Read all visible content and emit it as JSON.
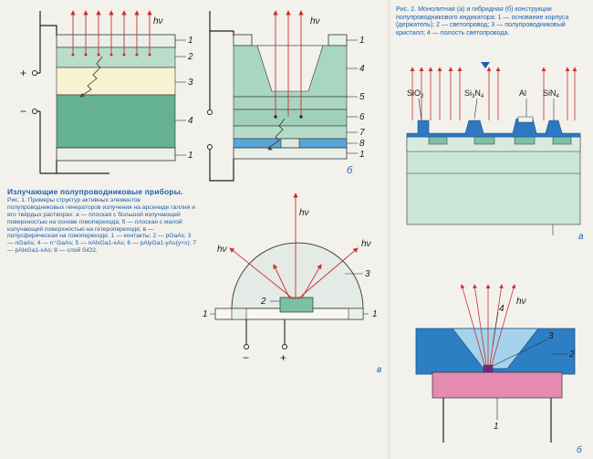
{
  "labels": {
    "hv": "hν",
    "plus": "+",
    "minus": "−",
    "n1": "1",
    "n2": "2",
    "n3": "3",
    "n4": "4",
    "n5": "5",
    "n6": "6",
    "n7": "7",
    "n8": "8",
    "letter_b_top": "б",
    "letter_v": "в",
    "letter_a_right": "а",
    "letter_b_bottom": "б",
    "sio2": "SiO",
    "sio2_sub": "2",
    "si3n4_si": "Si",
    "si3n4_sub3": "3",
    "si3n4_n": "N",
    "si3n4_sub4": "4",
    "al": "Al",
    "sin4_sin": "SiN",
    "sin4_sub": "4"
  },
  "caption_fig1": {
    "title": "Излучающие полупроводниковые приборы.",
    "text": "Рис. 1. Примеры структур активных элементов полупроводниковых генераторов излучения на арсениде галлия и его твёрдых растворах: а — плоская с большой излучающей поверхностью на основе гомоперехода; б — плоская с малой излучающей поверхностью на гетеропереходе; в — полусферическая на гомопереходе; 1 — контакты; 2 — pGaAs; 3 — nGaAs; 4 — n⁺GaAs; 5 — nAlxGa1-xAs; 6 — pAlyGa1-yAs(y<x); 7 — pAlxGa1-xAs; 8 — слой SiO2."
  },
  "caption_fig2": {
    "text": "Рис. 2. Монолитная (а) и гибридная (б) конструкции полупроводникового индикатора: 1 — основание корпуса (держатель); 2 — светопровод; 3 — полупроводниковый кристалл; 4 — полость светопровода."
  },
  "colors": {
    "green_dark": "#5fae8e",
    "green_mid": "#a8d7c2",
    "green_light": "#cfe8d9",
    "cream": "#f6efc6",
    "blue_dark": "#2c7cc0",
    "blue_mid": "#6fb0dc",
    "blue_light": "#bfe0ee",
    "pink": "#e58ab1",
    "red_ray": "#d23a36"
  }
}
